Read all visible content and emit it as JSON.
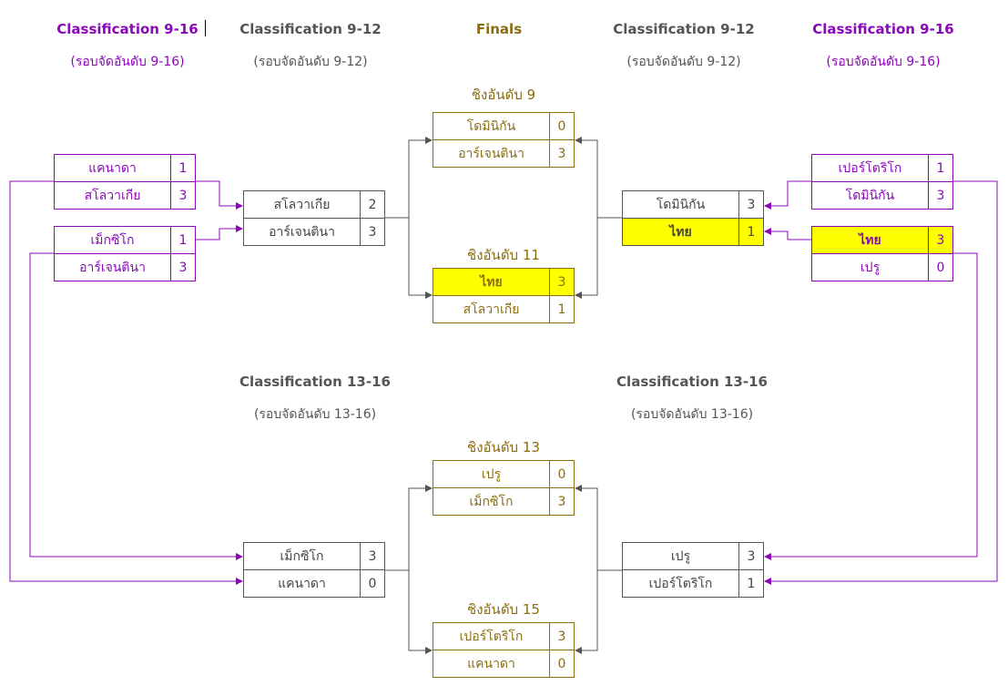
{
  "headers": {
    "col1": {
      "title": "Classification 9-16",
      "sub": "(รอบจัดอันดับ 9-16)"
    },
    "col2": {
      "title": "Classification 9-12",
      "sub": "(รอบจัดอันดับ 9-12)"
    },
    "col3": {
      "title": "Finals"
    },
    "col4": {
      "title": "Classification 9-12",
      "sub": "(รอบจัดอันดับ 9-12)"
    },
    "col5": {
      "title": "Classification 9-16",
      "sub": "(รอบจัดอันดับ 9-16)"
    },
    "low_left": {
      "title": "Classification 13-16",
      "sub": "(รอบจัดอันดับ 13-16)"
    },
    "low_right": {
      "title": "Classification 13-16",
      "sub": "(รอบจัดอันดับ 13-16)"
    }
  },
  "round_titles": {
    "place9": "ชิงอันดับ 9",
    "place11": "ชิงอันดับ 11",
    "place13": "ชิงอันดับ 13",
    "place15": "ชิงอันดับ 15"
  },
  "matches": {
    "l1": {
      "t1": "แคนาดา",
      "s1": "1",
      "t2": "สโลวาเกีย",
      "s2": "3"
    },
    "l2": {
      "t1": "เม็กซิโก",
      "s1": "1",
      "t2": "อาร์เจนตินา",
      "s2": "3"
    },
    "r1": {
      "t1": "เปอร์โตริโก",
      "s1": "1",
      "t2": "โดมินิกัน",
      "s2": "3"
    },
    "r2": {
      "t1": "ไทย",
      "s1": "3",
      "t2": "เปรู",
      "s2": "0"
    },
    "sl": {
      "t1": "สโลวาเกีย",
      "s1": "2",
      "t2": "อาร์เจนตินา",
      "s2": "3"
    },
    "sr": {
      "t1": "โดมินิกัน",
      "s1": "3",
      "t2": "ไทย",
      "s2": "1"
    },
    "f9": {
      "t1": "โดมินิกัน",
      "s1": "0",
      "t2": "อาร์เจนตินา",
      "s2": "3"
    },
    "f11": {
      "t1": "ไทย",
      "s1": "3",
      "t2": "สโลวาเกีย",
      "s2": "1"
    },
    "ll": {
      "t1": "เม็กซิโก",
      "s1": "3",
      "t2": "แคนาดา",
      "s2": "0"
    },
    "lr": {
      "t1": "เปรู",
      "s1": "3",
      "t2": "เปอร์โตริโก",
      "s2": "1"
    },
    "f13": {
      "t1": "เปรู",
      "s1": "0",
      "t2": "เม็กซิโก",
      "s2": "3"
    },
    "f15": {
      "t1": "เปอร์โตริโก",
      "s1": "3",
      "t2": "แคนาดา",
      "s2": "0"
    }
  },
  "colors": {
    "purple": "#8b08b8",
    "gray": "#555555",
    "olive": "#8a6d10",
    "highlight": "#ffff00"
  }
}
